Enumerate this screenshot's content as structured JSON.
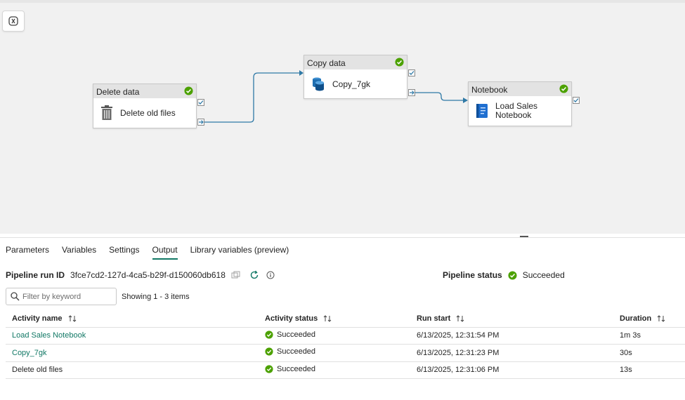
{
  "nodes": {
    "delete": {
      "title": "Delete data",
      "label": "Delete old files"
    },
    "copy": {
      "title": "Copy data",
      "label": "Copy_7gk"
    },
    "notebook": {
      "title": "Notebook",
      "label_line1": "Load Sales",
      "label_line2": "Notebook"
    }
  },
  "tabs": [
    "Parameters",
    "Variables",
    "Settings",
    "Output",
    "Library variables (preview)"
  ],
  "active_tab": "Output",
  "run": {
    "label": "Pipeline run ID",
    "id": "3fce7cd2-127d-4ca5-b29f-d150060db618"
  },
  "pipeline_status": {
    "label": "Pipeline status",
    "value": "Succeeded"
  },
  "filter": {
    "placeholder": "Filter by keyword"
  },
  "showing": "Showing 1 - 3 items",
  "columns": [
    "Activity name",
    "Activity status",
    "Run start",
    "Duration"
  ],
  "rows": [
    {
      "name": "Load Sales Notebook",
      "status": "Succeeded",
      "start": "6/13/2025, 12:31:54 PM",
      "duration": "1m 3s"
    },
    {
      "name": "Copy_7gk",
      "status": "Succeeded",
      "start": "6/13/2025, 12:31:23 PM",
      "duration": "30s"
    },
    {
      "name": "Delete old files",
      "status": "Succeeded",
      "start": "6/13/2025, 12:31:06 PM",
      "duration": "13s"
    }
  ],
  "colors": {
    "success": "#4ca100",
    "accent": "#117865",
    "edge": "#2f79a6"
  },
  "icons": {
    "status": "check-circle-icon",
    "delete": "trash-icon",
    "copy": "database-icon",
    "notebook": "notebook-icon"
  }
}
